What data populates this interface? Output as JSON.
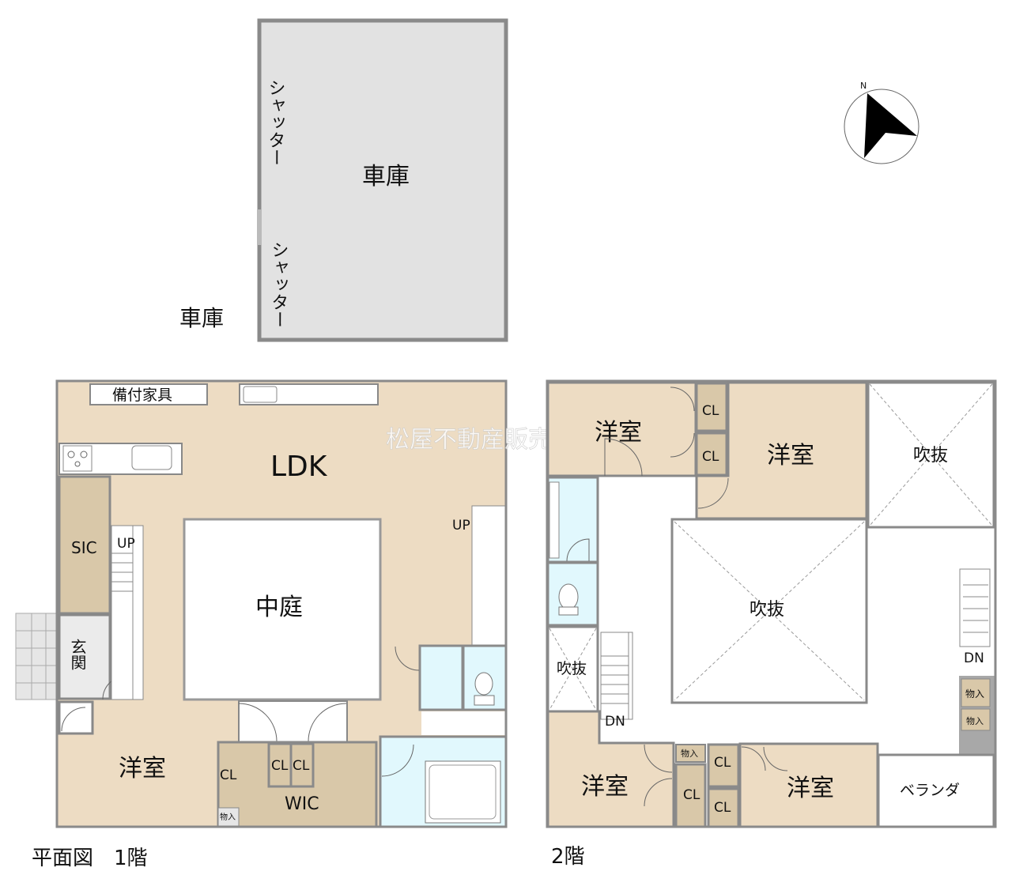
{
  "garage": {
    "outside_label": "車庫",
    "inside_label": "車庫",
    "shutter_top": "シャッター",
    "shutter_bottom": "シャッター"
  },
  "compass": {
    "north": "N"
  },
  "watermark": "松屋不動産販売",
  "floor1": {
    "caption": "平面図　1階",
    "furniture": "備付家具",
    "ldk": "LDK",
    "sic": "SIC",
    "entrance": "玄関",
    "courtyard": "中庭",
    "stairs_left": "UP",
    "stairs_right": "UP",
    "western_room": "洋室",
    "cl": "CL",
    "cl2": "CL",
    "cl3": "CL",
    "wic": "WIC",
    "storage": "物入"
  },
  "floor2": {
    "caption": "2階",
    "room_top_left": "洋室",
    "room_top_mid": "洋室",
    "cl_a": "CL",
    "cl_b": "CL",
    "void_top_right": "吹抜",
    "void_center": "吹抜",
    "void_small": "吹抜",
    "stairs_left": "DN",
    "stairs_right": "DN",
    "storage_a": "物入",
    "storage_b": "物入",
    "storage_c": "物入",
    "room_bottom_left": "洋室",
    "room_bottom_right": "洋室",
    "cl_c": "CL",
    "cl_d": "CL",
    "cl_e": "CL",
    "balcony": "ベランダ"
  }
}
